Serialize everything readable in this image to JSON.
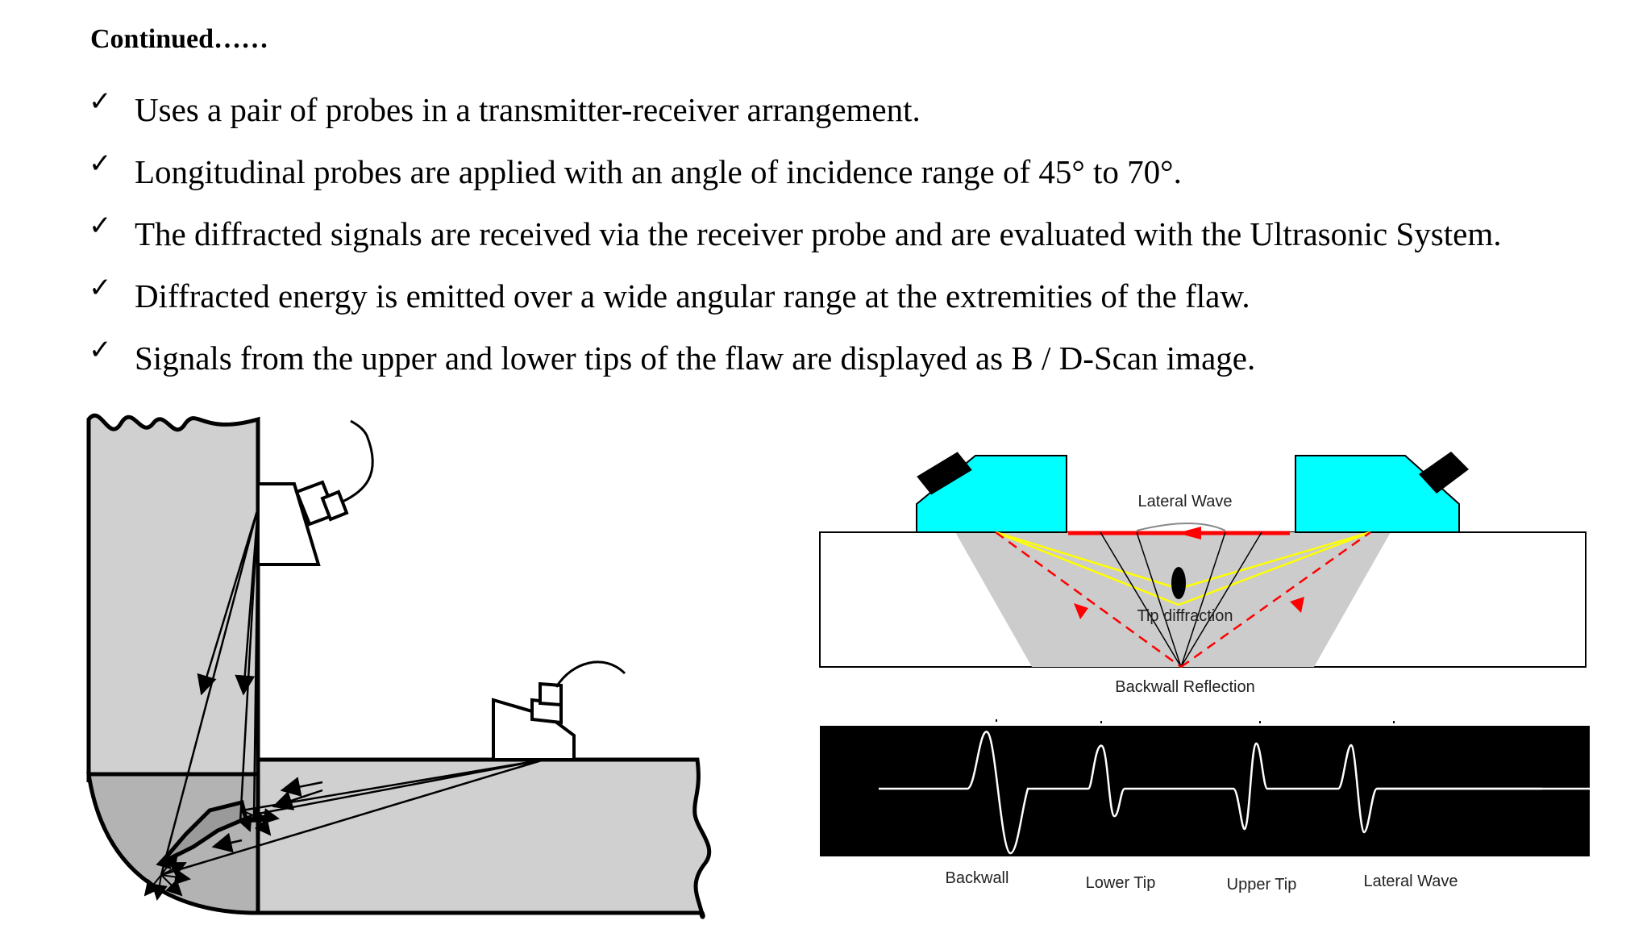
{
  "heading": "Continued……",
  "bullets": [
    "Uses a pair of probes in a transmitter-receiver arrangement.",
    "Longitudinal probes are applied with an angle of incidence range of 45° to 70°.",
    "The diffracted signals are received via the receiver probe and are evaluated with the Ultrasonic System.",
    "Diffracted energy is emitted over a wide angular range at the extremities of the flaw.",
    "Signals from the upper and lower tips of the flaw are displayed as B / D-Scan image."
  ],
  "check_glyph": "✓",
  "tofd_diagram": {
    "lateral_wave": "Lateral Wave",
    "tip_diffraction": "Tip diffraction",
    "backwall_reflection": "Backwall Reflection",
    "probe_color": "#00FFFF",
    "ray_color": "#FF0000",
    "diffraction_ray_color": "#FFFF00"
  },
  "ascan": {
    "labels": [
      "Backwall",
      "Lower Tip",
      "Upper Tip",
      "Lateral Wave"
    ],
    "background": "#000000"
  }
}
